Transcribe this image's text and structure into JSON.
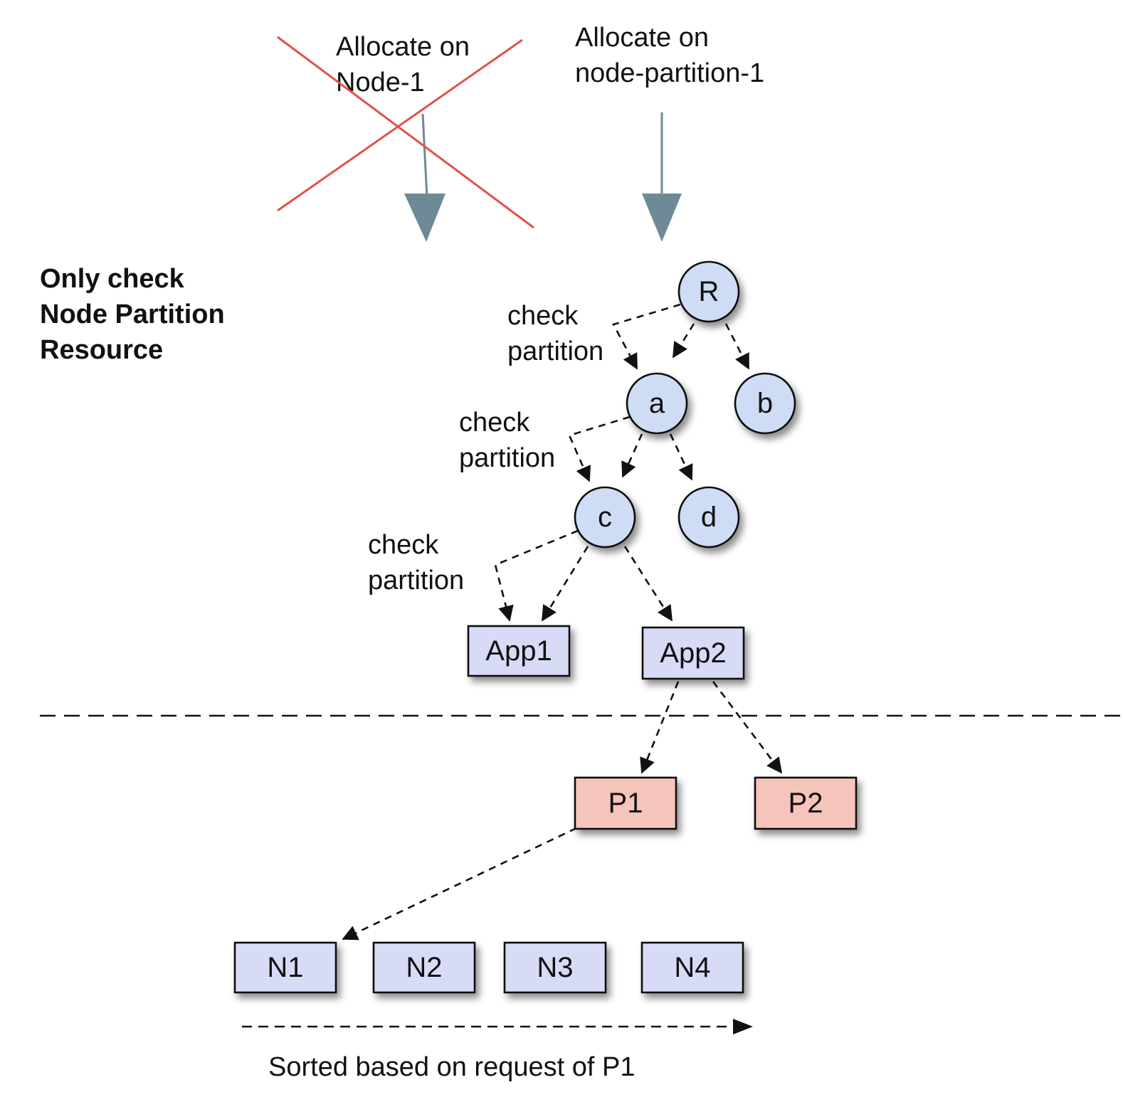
{
  "top": {
    "rejected_label": [
      "Allocate on",
      "Node-1"
    ],
    "accepted_label": [
      "Allocate on",
      "node-partition-1"
    ]
  },
  "side_note": [
    "Only check",
    "Node Partition",
    "Resource"
  ],
  "check_label": [
    "check",
    "partition"
  ],
  "queues": [
    "R",
    "a",
    "b",
    "c",
    "d"
  ],
  "apps": [
    "App1",
    "App2"
  ],
  "requests": [
    "P1",
    "P2"
  ],
  "nodes": [
    "N1",
    "N2",
    "N3",
    "N4"
  ],
  "footer": "Sorted based on request of P1",
  "colors": {
    "queue_fill": "#cfdcf5",
    "app_fill": "#d8dbf6",
    "request_fill": "#f5c4ba",
    "input_arrow": "#6f8a97",
    "cross": "#e0524a"
  }
}
